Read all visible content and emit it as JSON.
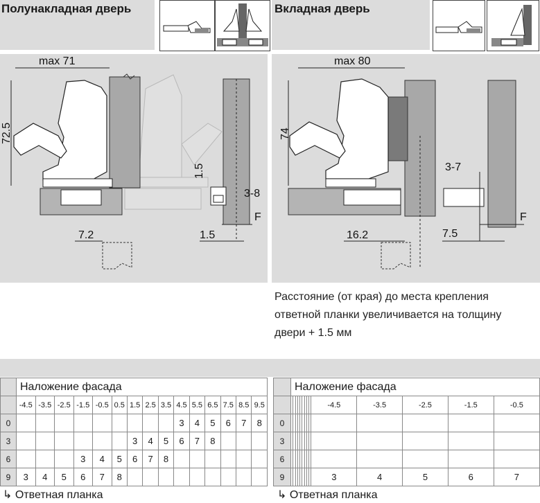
{
  "left": {
    "title": "Полунакладная дверь",
    "dims": {
      "max": "max 71",
      "height": "72.5",
      "gap": "1.5",
      "range": "3-8",
      "offset": "7.2",
      "bottom": "1.5",
      "f": "F"
    }
  },
  "right": {
    "title": "Вкладная дверь",
    "dims": {
      "max": "max 80",
      "height": "74",
      "range": "3-7",
      "offset": "16.2",
      "bottom": "7.5",
      "f": "F"
    }
  },
  "note": {
    "line1": "Расстояние (от края) до места крепления",
    "line2": "ответной планки увеличивается на толщину",
    "line3": "двери + 1.5 мм"
  },
  "table_left": {
    "header": "Наложение фасада",
    "columns": [
      "-4.5",
      "-3.5",
      "-2.5",
      "-1.5",
      "-0.5",
      "0.5",
      "1.5",
      "2.5",
      "3.5",
      "4.5",
      "5.5",
      "6.5",
      "7.5",
      "8.5",
      "9.5"
    ],
    "rows": [
      {
        "label": "0",
        "cells": [
          "",
          "",
          "",
          "",
          "",
          "",
          "",
          "",
          "",
          "3",
          "4",
          "5",
          "6",
          "7",
          "8"
        ]
      },
      {
        "label": "3",
        "cells": [
          "",
          "",
          "",
          "",
          "",
          "",
          "3",
          "4",
          "5",
          "6",
          "7",
          "8",
          "",
          "",
          ""
        ]
      },
      {
        "label": "6",
        "cells": [
          "",
          "",
          "",
          "3",
          "4",
          "5",
          "6",
          "7",
          "8",
          "",
          "",
          "",
          "",
          "",
          ""
        ]
      },
      {
        "label": "9",
        "cells": [
          "3",
          "4",
          "5",
          "6",
          "7",
          "8",
          "",
          "",
          "",
          "",
          "",
          "",
          "",
          "",
          ""
        ]
      }
    ],
    "footer": "Ответная планка"
  },
  "table_right": {
    "header": "Наложение фасада",
    "columns": [
      "",
      "",
      "",
      "",
      "",
      "",
      "",
      "",
      "",
      "-4.5",
      "-3.5",
      "-2.5",
      "-1.5",
      "-0.5"
    ],
    "rows": [
      {
        "label": "0",
        "cells": [
          "",
          "",
          "",
          "",
          "",
          "",
          "",
          "",
          "",
          "",
          "",
          "",
          "",
          ""
        ]
      },
      {
        "label": "3",
        "cells": [
          "",
          "",
          "",
          "",
          "",
          "",
          "",
          "",
          "",
          "",
          "",
          "",
          "",
          ""
        ]
      },
      {
        "label": "6",
        "cells": [
          "",
          "",
          "",
          "",
          "",
          "",
          "",
          "",
          "",
          "",
          "",
          "",
          "",
          ""
        ]
      },
      {
        "label": "9",
        "cells": [
          "",
          "",
          "",
          "",
          "",
          "",
          "",
          "",
          "",
          "3",
          "4",
          "5",
          "6",
          "7"
        ]
      }
    ],
    "footer": "Ответная планка"
  }
}
